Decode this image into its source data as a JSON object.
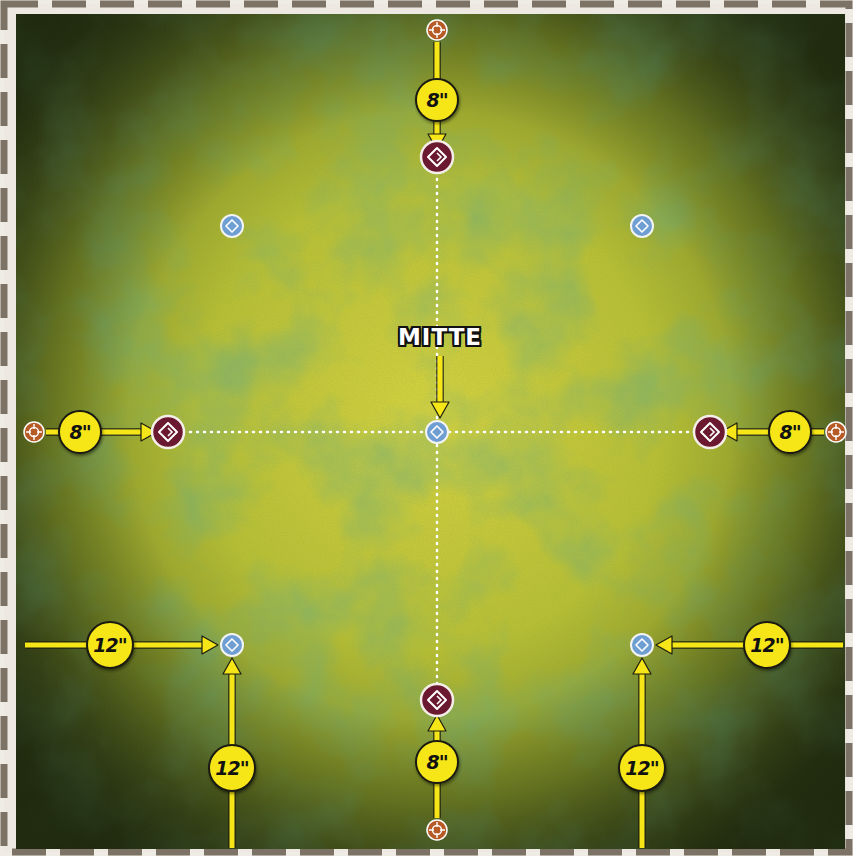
{
  "diagram": {
    "nodes": [
      {
        "text": [
          "8\""
        ]
      },
      {
        "text": [
          "8\""
        ]
      },
      {
        "text": [
          "8\""
        ]
      },
      {
        "text": [
          "12\""
        ]
      },
      {
        "text": [
          "12\""
        ]
      },
      {
        "text": [
          "12\""
        ]
      },
      {
        "text": [
          "8\""
        ]
      },
      {
        "text": [
          "12\""
        ]
      }
    ],
    "labels": [
      "MITTE"
    ]
  }
}
